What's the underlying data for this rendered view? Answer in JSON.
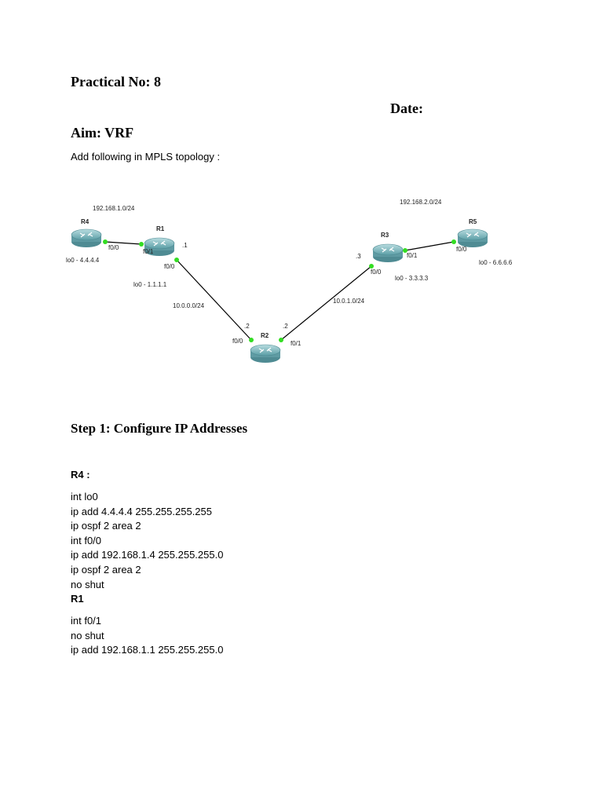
{
  "doc": {
    "title": "Practical No: 8",
    "date_label": "Date:",
    "aim": "Aim: VRF",
    "intro": "Add following in MPLS topology  :",
    "step1": "Step 1: Configure IP Addresses"
  },
  "diagram": {
    "routers": {
      "r4": "R4",
      "r1": "R1",
      "r2": "R2",
      "r3": "R3",
      "r5": "R5"
    },
    "labels": {
      "net_left": "192.168.1.0/24",
      "net_right": "192.168.2.0/24",
      "r4_f00": "f0/0",
      "r1_f01": "f0/1",
      "r1_dot1": ".1",
      "r4_lo": "lo0 - 4.4.4.4",
      "r1_f00": "f0/0",
      "r1_lo": "lo0 - 1.1.1.1",
      "net_r1_r2": "10.0.0.0/24",
      "r2_dot2_left": ".2",
      "r2_dot2_right": ".2",
      "r2_f00": "f0/0",
      "r2_f01": "f0/1",
      "net_r2_r3": "10.0.1.0/24",
      "r3_dot3": ".3",
      "r3_f00": "f0/0",
      "r3_lo": "lo0 - 3.3.3.3",
      "r3_f01": "f0/1",
      "r5_f00": "f0/0",
      "r5_lo": "lo0 - 6.6.6.6"
    }
  },
  "config": {
    "r4_heading": "R4 :",
    "r4_lines": [
      "int lo0",
      "ip add 4.4.4.4 255.255.255.255",
      "ip ospf 2 area 2",
      "int f0/0",
      "ip add 192.168.1.4 255.255.255.0",
      "ip ospf 2 area 2",
      "no shut"
    ],
    "r1_heading": "R1",
    "r1_lines": [
      "int f0/1",
      "no shut",
      "ip add 192.168.1.1 255.255.255.0"
    ]
  }
}
